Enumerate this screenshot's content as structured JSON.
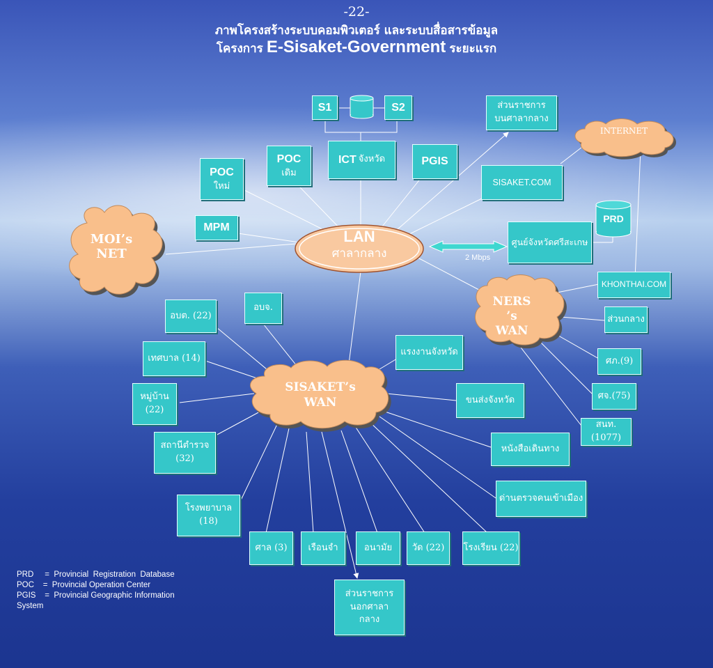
{
  "page_number": "-22-",
  "title_line1": "ภาพโครงสร้างระบบคอมพิวเตอร์ และระบบสื่อสารข้อมูล",
  "title_line2_prefix": "โครงการ",
  "title_line2_main": "E-Sisaket-Government",
  "title_line2_suffix": "ระยะแรก",
  "servers": {
    "s1": "S1",
    "s2": "S2"
  },
  "nodes": {
    "gov_center": "ส่วนราชการบนศาลากลาง",
    "internet": "INTERNET",
    "poc_old_top": "POC",
    "poc_old_bottom": "เดิม",
    "ict_en": "ICT",
    "ict_th": "จังหวัด",
    "pgis": "PGIS",
    "sisaket_com": "SISAKET.COM",
    "poc_new_top": "POC",
    "poc_new_bottom": "ใหม่",
    "prd": "PRD",
    "mpm": "MPM",
    "moi_net_1": "MOI’s",
    "moi_net_2": "NET",
    "lan_title": "LAN",
    "lan_sub": "ศาลากลาง",
    "center_sisaket": "ศูนย์จังหวัดศรีสะเกษ",
    "link_speed": "2 Mbps",
    "khonthai": "KHONTHAI.COM",
    "ners_1": "NERS",
    "ners_2": "’s",
    "ners_3": "WAN",
    "suan_klang": "ส่วนกลาง",
    "sor_por": "ศภ.(9)",
    "sor_jor": "ศจ.(75)",
    "sor_nor_tor": "สนท.(1077)",
    "obt": "อบต. (22)",
    "obj": "อบจ.",
    "thesaban": "เทศบาล (14)",
    "labor": "แรงงานจังหวัด",
    "village_1": "หมู่บ้าน",
    "village_2": "(22)",
    "sisaket_wan_1": "SISAKET’s",
    "sisaket_wan_2": "WAN",
    "transport": "ขนส่งจังหวัด",
    "police_1": "สถานีตำรวจ",
    "police_2": "(32)",
    "passport": "หนังสือเดินทาง",
    "immigration": "ด่านตรวจคนเข้าเมือง",
    "hospital_1": "โรงพยาบาล",
    "hospital_2": "(18)",
    "court": "ศาล (3)",
    "prison": "เรือนจำ",
    "health": "อนามัย",
    "temple": "วัด (22)",
    "school": "โรงเรียน (22)",
    "gov_outside": "ส่วนราชการนอกศาลากลาง"
  },
  "legend": [
    "PRD     =  Provincial  Registration  Database",
    "POC    =  Provincial Operation Center",
    "PGIS    =  Provincial Geographic Information",
    "System"
  ],
  "colors": {
    "box": "#35c7c9",
    "cloud": "#f9bf8b",
    "lan": "#f9c9a0",
    "arrow": "#3fd7d0"
  }
}
